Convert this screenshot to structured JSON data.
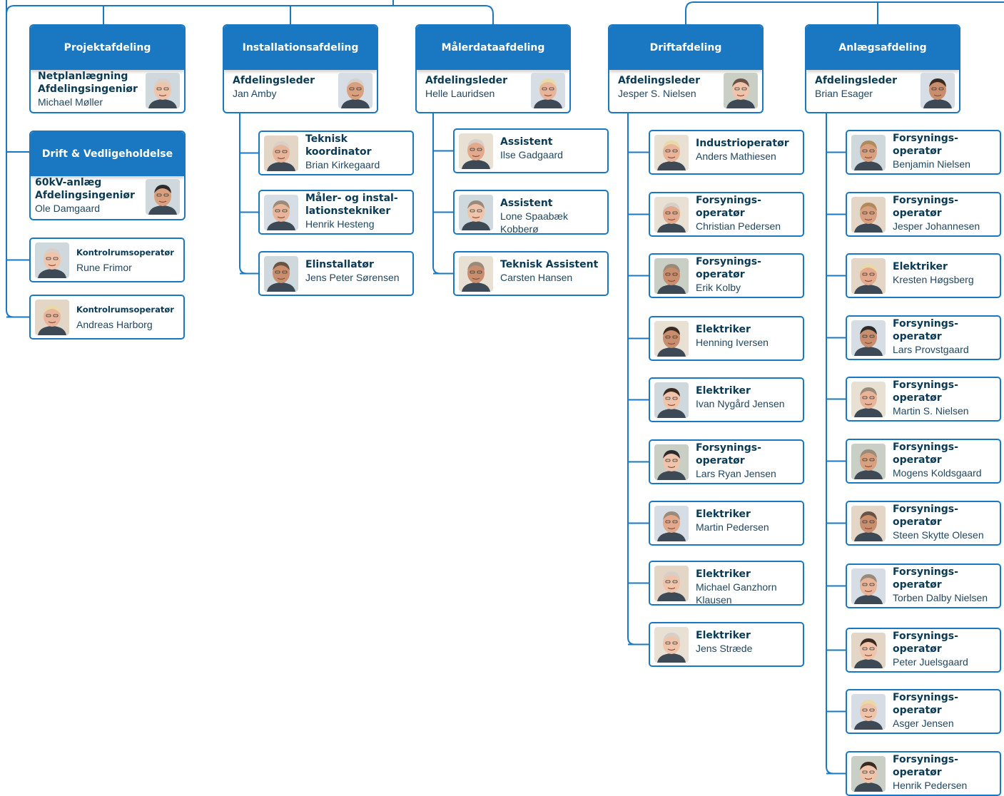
{
  "departments": [
    {
      "key": "proj",
      "title": "Projektafdeling",
      "roles": [
        "Netplanlægning",
        "Afdelingsingeniør"
      ],
      "person": "Michael Møller"
    },
    {
      "key": "inst",
      "title": "Installationsafdeling",
      "roles": [
        "Afdelingsleder"
      ],
      "person": "Jan Amby"
    },
    {
      "key": "maal",
      "title": "Målerdataafdeling",
      "roles": [
        "Afdelingsleder"
      ],
      "person": "Helle Lauridsen"
    },
    {
      "key": "drift",
      "title": "Driftafdeling",
      "roles": [
        "Afdelingsleder"
      ],
      "person": "Jesper S. Nielsen"
    },
    {
      "key": "anl",
      "title": "Anlægsafdeling",
      "roles": [
        "Afdelingsleder"
      ],
      "person": "Brian Esager"
    },
    {
      "key": "dv",
      "title": "Drift & Vedligeholdelse",
      "roles": [
        "60kV-anlæg",
        "Afdelingsingeniør"
      ],
      "person": "Ole Damgaard"
    }
  ],
  "staff": {
    "dv": [
      {
        "roles": [
          "Kontrolrumsoperatør"
        ],
        "person": "Rune Frimor"
      },
      {
        "roles": [
          "Kontrolrumsoperatør"
        ],
        "person": "Andreas Harborg"
      }
    ],
    "inst": [
      {
        "roles": [
          "Teknisk",
          "koordinator"
        ],
        "person": "Brian Kirkegaard"
      },
      {
        "roles": [
          "Måler- og instal-",
          "lationstekniker"
        ],
        "person": "Henrik Hesteng"
      },
      {
        "roles": [
          "Elinstallatør"
        ],
        "person": "Jens Peter Sørensen"
      }
    ],
    "maal": [
      {
        "roles": [
          "Assistent"
        ],
        "person": "Ilse Gadgaard"
      },
      {
        "roles": [
          "Assistent"
        ],
        "person": "Lone Spaabæk Kobberø"
      },
      {
        "roles": [
          "Teknisk Assistent"
        ],
        "person": "Carsten Hansen"
      }
    ],
    "drift": [
      {
        "roles": [
          "Industrioperatør"
        ],
        "person": "Anders Mathiesen"
      },
      {
        "roles": [
          "Forsynings-",
          "operatør"
        ],
        "person": "Christian Pedersen"
      },
      {
        "roles": [
          "Forsynings-",
          "operatør"
        ],
        "person": "Erik Kolby"
      },
      {
        "roles": [
          "Elektriker"
        ],
        "person": "Henning Iversen"
      },
      {
        "roles": [
          "Elektriker"
        ],
        "person": "Ivan Nygård Jensen"
      },
      {
        "roles": [
          "Forsynings-",
          "operatør"
        ],
        "person": "Lars Ryan Jensen"
      },
      {
        "roles": [
          "Elektriker"
        ],
        "person": "Martin Pedersen"
      },
      {
        "roles": [
          "Elektriker"
        ],
        "person": "Michael Ganzhorn Klausen"
      },
      {
        "roles": [
          "Elektriker"
        ],
        "person": "Jens Stræde"
      }
    ],
    "anl": [
      {
        "roles": [
          "Forsynings-",
          "operatør"
        ],
        "person": "Benjamin Nielsen"
      },
      {
        "roles": [
          "Forsynings-",
          "operatør"
        ],
        "person": "Jesper Johannesen"
      },
      {
        "roles": [
          "Elektriker"
        ],
        "person": "Kresten Høgsberg"
      },
      {
        "roles": [
          "Forsynings-",
          "operatør"
        ],
        "person": "Lars Provstgaard"
      },
      {
        "roles": [
          "Forsynings-",
          "operatør"
        ],
        "person": "Martin S. Nielsen"
      },
      {
        "roles": [
          "Forsynings-",
          "operatør"
        ],
        "person": "Mogens Koldsgaard"
      },
      {
        "roles": [
          "Forsynings-",
          "operatør"
        ],
        "person": "Steen Skytte Olesen"
      },
      {
        "roles": [
          "Forsynings-",
          "operatør"
        ],
        "person": "Torben Dalby Nielsen"
      },
      {
        "roles": [
          "Forsynings-",
          "operatør"
        ],
        "person": "Peter Juelsgaard"
      },
      {
        "roles": [
          "Forsynings-",
          "operatør"
        ],
        "person": "Asger Jensen"
      },
      {
        "roles": [
          "Forsynings-",
          "operatør"
        ],
        "person": "Henrik Pedersen"
      }
    ]
  },
  "colors": {
    "accent": "#1a78c2",
    "text": "#0b3a55"
  }
}
